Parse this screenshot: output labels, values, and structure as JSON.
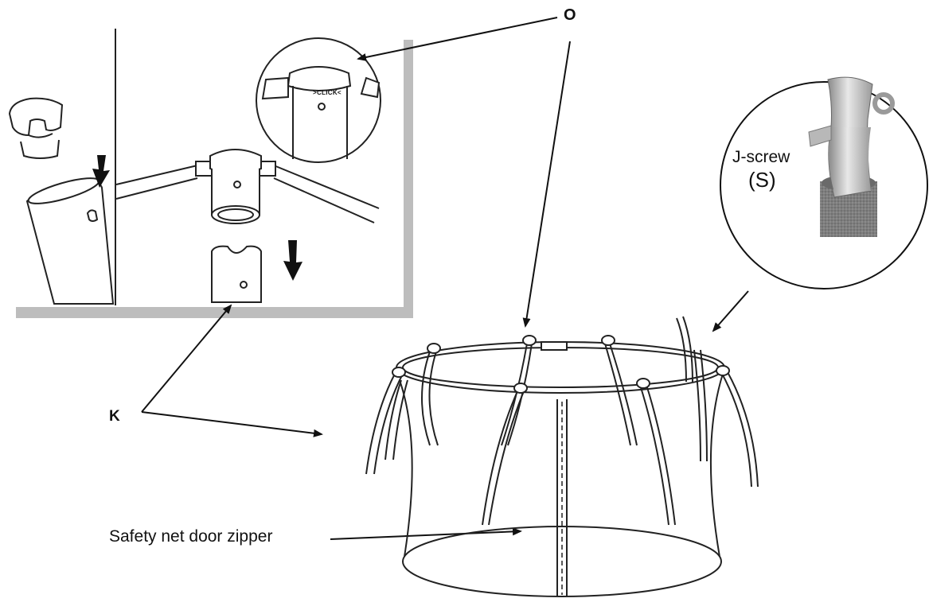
{
  "labels": {
    "o": "O",
    "k": "K",
    "zipper": "Safety net door zipper",
    "jscrew": "J-screw",
    "s_code": "(S)",
    "click": ">CLICK<"
  }
}
